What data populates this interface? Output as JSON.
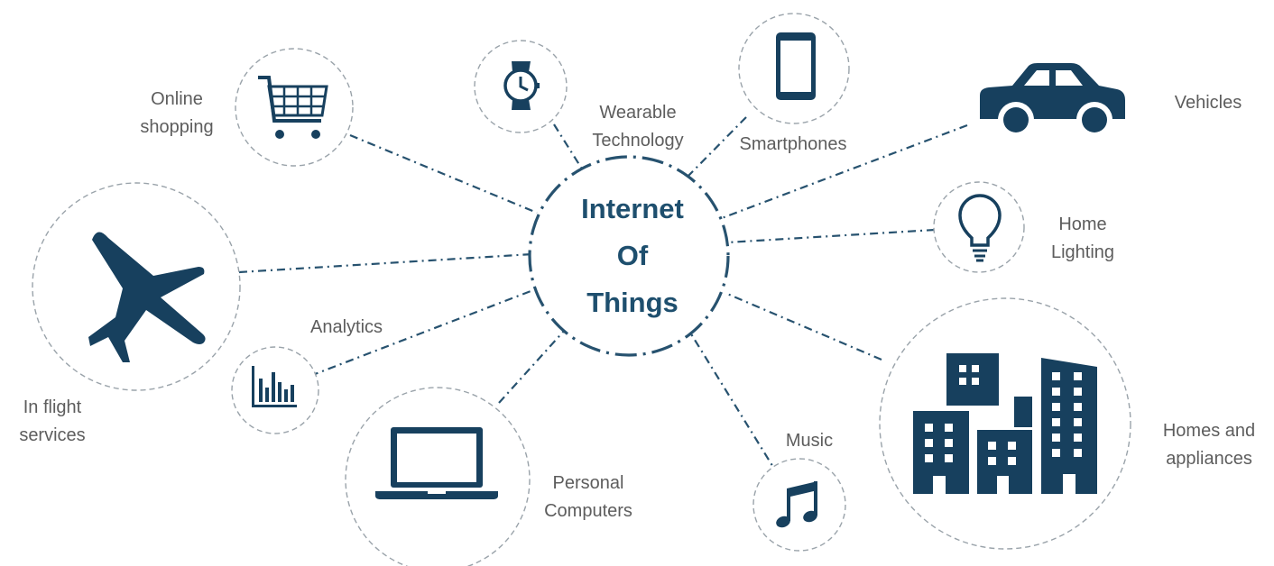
{
  "center": {
    "line1": "Internet",
    "line2": "Of",
    "line3": "Things"
  },
  "nodes": {
    "online_shopping": {
      "line1": "Online",
      "line2": "shopping",
      "icon": "shopping-cart-icon"
    },
    "wearable": {
      "line1": "Wearable",
      "line2": "Technology",
      "icon": "wristwatch-icon"
    },
    "smartphones": {
      "line1": "Smartphones",
      "icon": "smartphone-icon"
    },
    "vehicles": {
      "line1": "Vehicles",
      "icon": "car-icon"
    },
    "home_lighting": {
      "line1": "Home",
      "line2": "Lighting",
      "icon": "light-bulb-icon"
    },
    "homes_appliances": {
      "line1": "Homes and",
      "line2": "appliances",
      "icon": "buildings-icon"
    },
    "music": {
      "line1": "Music",
      "icon": "music-note-icon"
    },
    "personal_computers": {
      "line1": "Personal",
      "line2": "Computers",
      "icon": "laptop-icon"
    },
    "analytics": {
      "line1": "Analytics",
      "icon": "bar-chart-icon"
    },
    "in_flight": {
      "line1": "In flight",
      "line2": "services",
      "icon": "airplane-icon"
    }
  },
  "colors": {
    "icon": "#17405e",
    "dash": "#27526f",
    "text": "#5d5d5d",
    "circle": "#9aa3aa"
  }
}
